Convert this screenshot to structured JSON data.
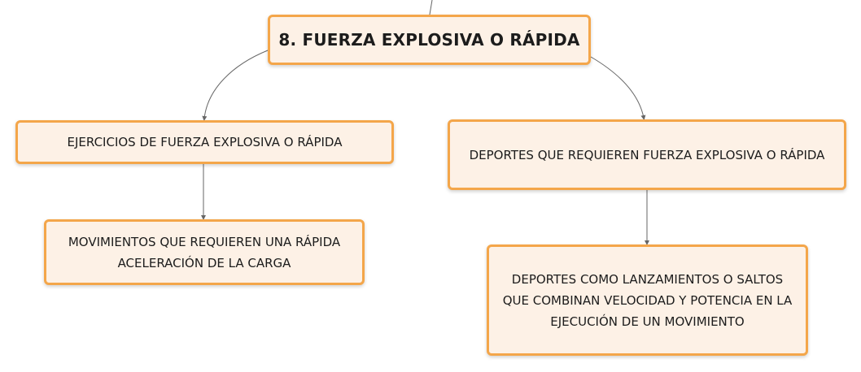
{
  "root": {
    "label": "8. FUERZA EXPLOSIVA O RÁPIDA"
  },
  "branches": [
    {
      "label": "EJERCICIOS DE FUERZA EXPLOSIVA O RÁPIDA",
      "child": {
        "label": "MOVIMIENTOS QUE REQUIEREN UNA RÁPIDA ACELERACIÓN DE LA CARGA"
      }
    },
    {
      "label": "DEPORTES QUE REQUIEREN FUERZA EXPLOSIVA O RÁPIDA",
      "child": {
        "label": "DEPORTES COMO LANZAMIENTOS O SALTOS QUE COMBINAN VELOCIDAD Y POTENCIA EN LA EJECUCIÓN DE UN MOVIMIENTO"
      }
    }
  ],
  "colors": {
    "node_fill": "#fdf1e6",
    "node_border": "#f4a64a",
    "connector": "#666666",
    "text": "#1c1c1c"
  }
}
